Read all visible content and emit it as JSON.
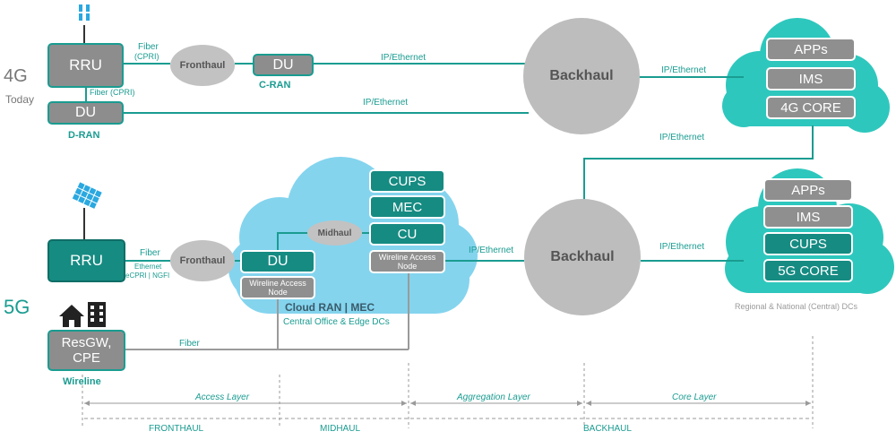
{
  "generations": {
    "g4": "4G",
    "g4_sub": "Today",
    "g5": "5G"
  },
  "g4_row": {
    "rru": "RRU",
    "fiber_top": "Fiber",
    "cpri_top": "(CPRI)",
    "fronthaul": "Fronthaul",
    "du_cran": "DU",
    "cran_label": "C-RAN",
    "ip_top": "IP/Ethernet",
    "fiber_vertical": "Fiber (CPRI)",
    "du_dran": "DU",
    "dran_label": "D-RAN",
    "ip_mid": "IP/Ethernet",
    "backhaul": "Backhaul",
    "ip_to_core": "IP/Ethernet",
    "core": [
      "APPs",
      "IMS",
      "4G CORE"
    ]
  },
  "link_label": "IP/Ethernet",
  "g5_row": {
    "rru": "RRU",
    "fiber": "Fiber",
    "ethernet": "Ethernet",
    "ecpri": "eCPRI | NGFI",
    "fronthaul": "Fronthaul",
    "du": "DU",
    "wan_left": "Wireline Access Node",
    "midhaul": "Midhaul",
    "cu_stack": [
      "CUPS",
      "MEC",
      "CU"
    ],
    "wan_right": "Wireline Access Node",
    "cloud_label": "Cloud RAN | MEC",
    "cloud_sub": "Central Office & Edge DCs",
    "ip_to_backhaul": "IP/Ethernet",
    "backhaul": "Backhaul",
    "ip_to_core": "IP/Ethernet",
    "core": [
      "APPs",
      "IMS",
      "CUPS",
      "5G CORE"
    ],
    "core_caption": "Regional & National (Central) DCs",
    "resgw": "ResGW, CPE",
    "wireline": "Wireline",
    "fiber_wireline": "Fiber"
  },
  "layers": {
    "top": [
      "Access Layer",
      "Aggregation Layer",
      "Core Layer"
    ],
    "bottom": [
      "FRONTHAUL",
      "MIDHAUL",
      "BACKHAUL"
    ]
  },
  "icons": [
    "cell-tower-4g-icon",
    "cell-tower-5g-icon",
    "house-icon",
    "building-icon"
  ],
  "colors": {
    "teal": "#1a9c91",
    "cloud_teal": "#2ec7bd",
    "cloud_blue": "#84d4ee",
    "gray_box": "#8d8d8d",
    "circle": "#bdbdbd"
  }
}
